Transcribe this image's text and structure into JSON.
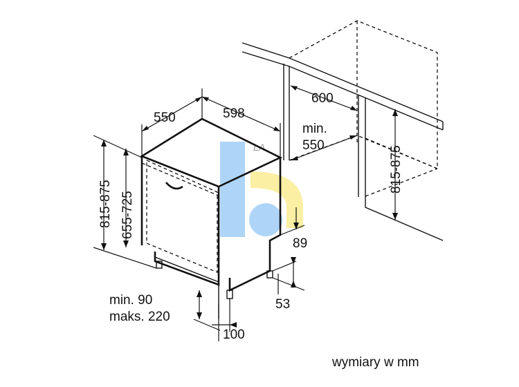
{
  "dimensions": {
    "width": "598",
    "depth": "550",
    "niche_width": "600",
    "niche_depth_prefix": "min.",
    "niche_depth_value": "550",
    "height_range": "815-875",
    "door_height": "655-725",
    "niche_height": "815-875",
    "plinth_depth": "89",
    "foot_height": "53",
    "plinth_line1": "min. 90",
    "plinth_line2": "maks. 220",
    "plinth_offset": "100"
  },
  "footer": {
    "units_note": "wymiary w mm"
  },
  "watermark": {
    "text": "LA",
    "colors": {
      "blue": "#4da3ee",
      "yellow": "#f6dc36"
    }
  },
  "colors": {
    "line": "#111111"
  }
}
